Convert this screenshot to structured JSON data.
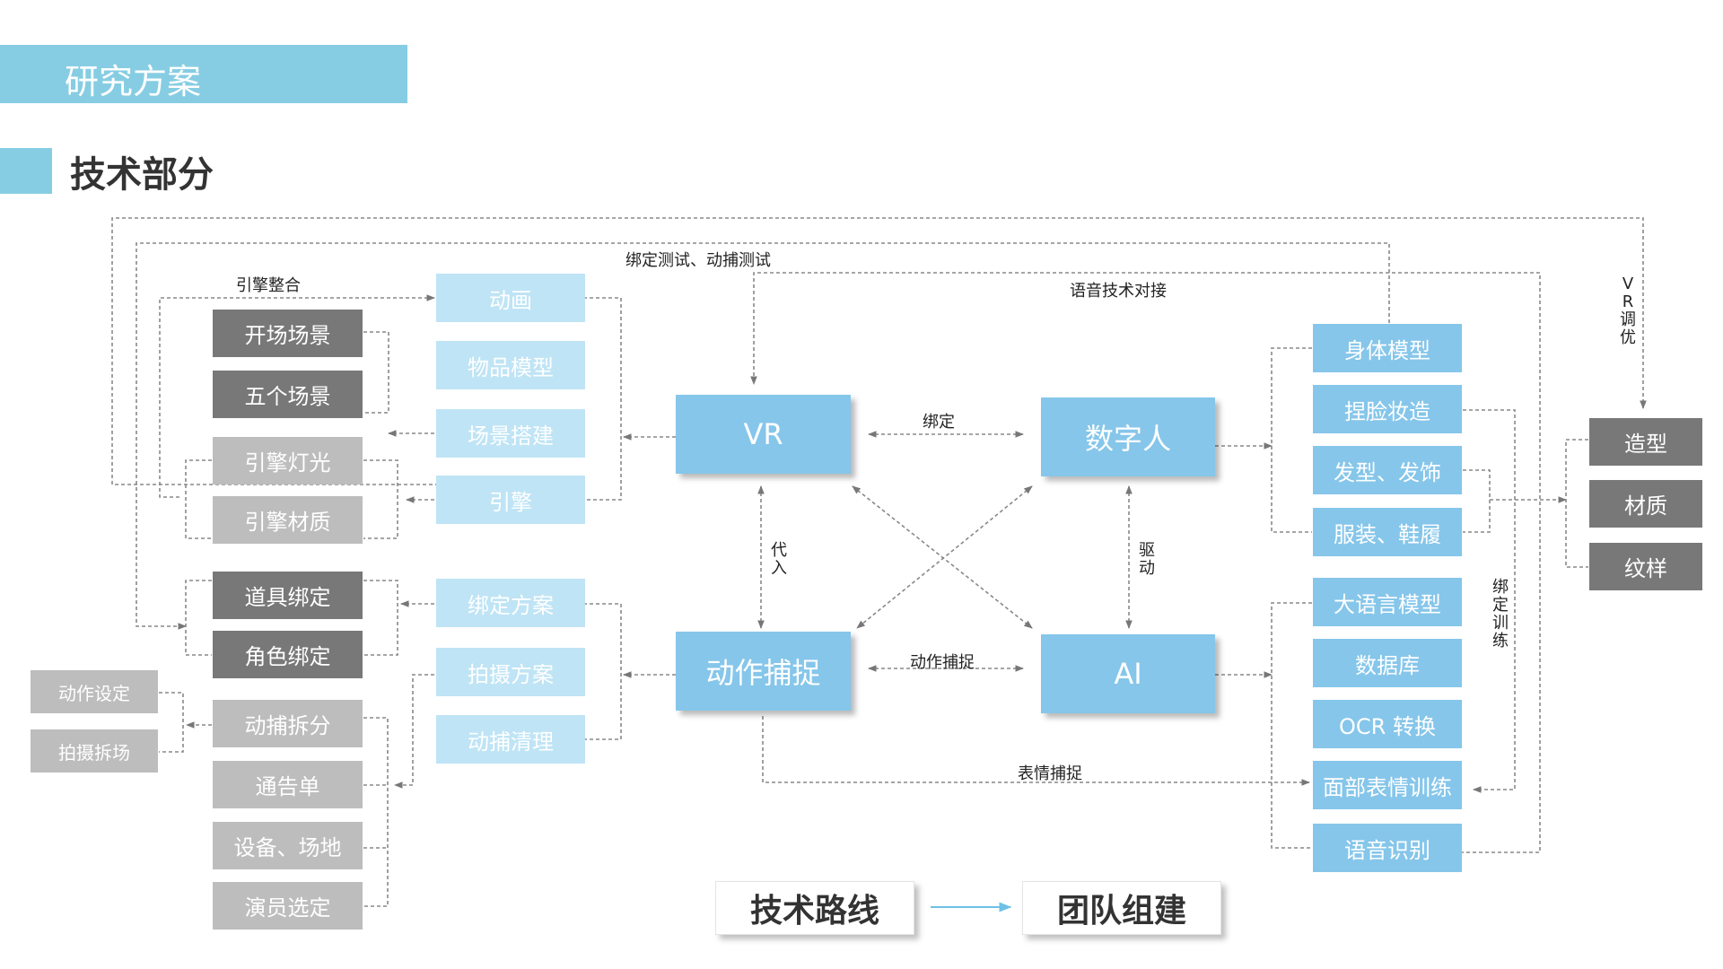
{
  "header": {
    "title": "研究方案"
  },
  "section": {
    "title": "技术部分"
  },
  "core": {
    "vr": "VR",
    "digital_human": "数字人",
    "motion_capture": "动作捕捉",
    "ai": "AI"
  },
  "vr_branch": {
    "items": [
      "动画",
      "物品模型",
      "场景搭建",
      "引擎"
    ]
  },
  "scene_group": {
    "items": [
      "开场场景",
      "五个场景",
      "引擎灯光",
      "引擎材质"
    ]
  },
  "mocap_branch": {
    "items": [
      "绑定方案",
      "拍摄方案",
      "动捕清理"
    ]
  },
  "binding_group": {
    "items": [
      "道具绑定",
      "角色绑定"
    ]
  },
  "shoot_group": {
    "items": [
      "动捕拆分",
      "通告单",
      "设备、场地",
      "演员选定"
    ]
  },
  "split_group": {
    "items": [
      "动作设定",
      "拍摄拆场"
    ]
  },
  "dh_branch": {
    "items": [
      "身体模型",
      "捏脸妆造",
      "发型、发饰",
      "服装、鞋履"
    ]
  },
  "ai_branch": {
    "items": [
      "大语言模型",
      "数据库",
      "OCR 转换",
      "面部表情训练",
      "语音识别"
    ]
  },
  "style_group": {
    "items": [
      "造型",
      "材质",
      "纹样"
    ]
  },
  "labels": {
    "binding_test": "绑定测试、动捕测试",
    "engine_integration": "引擎整合",
    "voice_integration": "语音技术对接",
    "bind": "绑定",
    "motion_capture": "动作捕捉",
    "embody": "代入",
    "drive": "驱动",
    "facial_capture": "表情捕捉",
    "vr_tuning": "VR调优",
    "bind_train": "绑定训练"
  },
  "footer": {
    "tech_route": "技术路线",
    "team_building": "团队组建"
  },
  "colors": {
    "accent": "#86cde3",
    "core_blue": "#86c6ea",
    "light_blue": "#bfe4f5",
    "dark_gray": "#787878",
    "light_gray": "#bdbdbd"
  }
}
